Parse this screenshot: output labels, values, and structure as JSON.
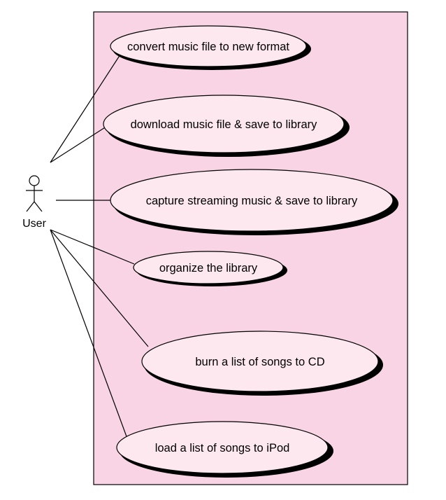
{
  "colors": {
    "boundary_fill": "#f9d4e4",
    "use_case_fill": "#fde8ef",
    "stroke": "#000000",
    "shadow": "#000000",
    "background": "#ffffff"
  },
  "actor": {
    "label": "User",
    "icon": "stick-figure-icon"
  },
  "use_cases": [
    {
      "id": "convert",
      "label": "convert music file to new format"
    },
    {
      "id": "download",
      "label": "download music file & save to library"
    },
    {
      "id": "capture",
      "label": "capture streaming music & save to library"
    },
    {
      "id": "organize",
      "label": "organize the library"
    },
    {
      "id": "burn",
      "label": "burn a list of songs to CD"
    },
    {
      "id": "load",
      "label": "load a list of songs to iPod"
    }
  ]
}
